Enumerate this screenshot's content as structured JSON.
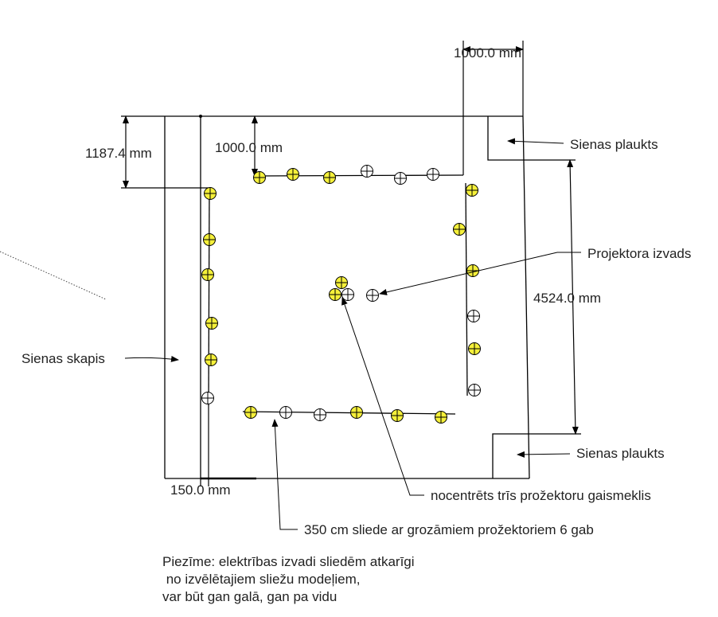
{
  "dimensions": {
    "top_right_width": "1000.0 mm",
    "left_offset": "1187.4 mm",
    "top_offset": "1000.0 mm",
    "right_height": "4524.0 mm",
    "bottom_left": "150.0 mm"
  },
  "labels": {
    "shelf_top": "Sienas plaukts",
    "shelf_bottom": "Sienas plaukts",
    "projector_outlet": "Projektora izvads",
    "wall_cabinet": "Sienas skapis",
    "triple_fixture": "nocentrēts trīs prožektoru gaismeklis",
    "track": "350 cm sliede ar grozāmiem prožektoriem 6 gab"
  },
  "note": {
    "lines": [
      "Piezīme: elektrības izvadi sliedēm atkarīgi",
      " no izvēlētajiem sliežu modeļiem,",
      "var būt gan galā, gan pa vidu"
    ]
  },
  "colors": {
    "fixture_on": "#f5f03a",
    "fixture_off": "#ffffff",
    "line": "#000000"
  }
}
